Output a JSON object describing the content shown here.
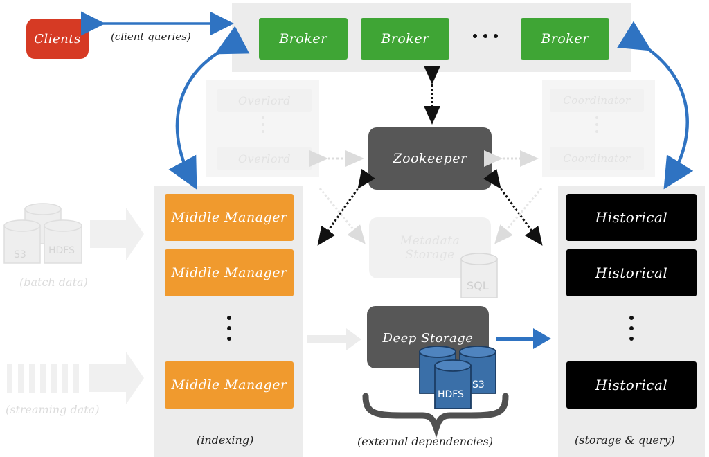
{
  "clients": {
    "label": "Clients"
  },
  "client_queries": "(client queries)",
  "brokers": [
    "Broker",
    "Broker",
    "Broker"
  ],
  "zookeeper": "Zookeeper",
  "overlord": [
    "Overlord",
    "Overlord"
  ],
  "coordinator": [
    "Coordinator",
    "Coordinator"
  ],
  "metadata_storage": "Metadata Storage",
  "sql": "SQL",
  "middle_managers": [
    "Middle Manager",
    "Middle Manager",
    "Middle Manager"
  ],
  "indexing_label": "(indexing)",
  "historicals": [
    "Historical",
    "Historical",
    "Historical"
  ],
  "storage_query_label": "(storage & query)",
  "deep_storage": "Deep Storage",
  "external_label": "(external dependencies)",
  "batch": {
    "s3": "S3",
    "hdfs": "HDFS",
    "label": "(batch data)"
  },
  "streaming_label": "(streaming data)",
  "deep_cyl": {
    "hdfs": "HDFS",
    "s3": "S3"
  },
  "colors": {
    "clients": "#d63a24",
    "broker": "#3fa535",
    "middle_manager": "#f09a2e",
    "historical": "#000000",
    "zookeeper": "#575757",
    "arrow_blue": "#2f73c2",
    "cylinder_blue": "#3a6fa8"
  }
}
